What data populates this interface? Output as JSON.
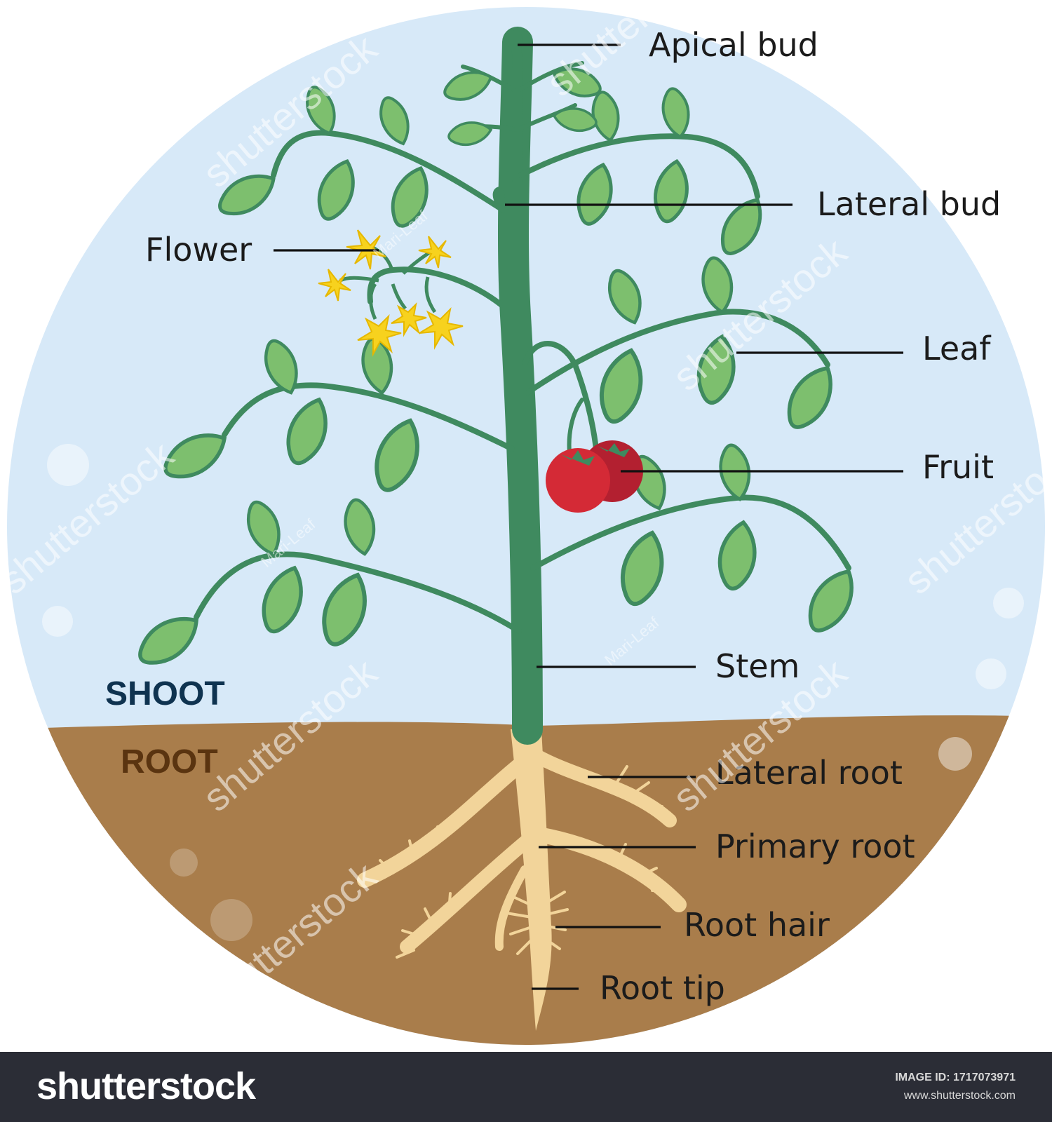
{
  "colors": {
    "sky": "#d7e9f8",
    "soil": "#a97d4b",
    "stem": "#3f8a5f",
    "leaf": "#7dbf6e",
    "leaf_vein": "#3f8a5f",
    "fruit": "#d42a36",
    "fruit_dark": "#b32030",
    "flower": "#f7d21e",
    "root": "#f2d49a",
    "shoot_text": "#0f3350",
    "root_text": "#5a3410"
  },
  "sections": {
    "shoot": "SHOOT",
    "root": "ROOT"
  },
  "labels": {
    "apical_bud": "Apical bud",
    "lateral_bud": "Lateral bud",
    "flower": "Flower",
    "leaf": "Leaf",
    "fruit": "Fruit",
    "stem": "Stem",
    "lateral_root": "Lateral root",
    "primary_root": "Primary root",
    "root_hair": "Root hair",
    "root_tip": "Root tip"
  },
  "watermarks": {
    "stock": "shutterstock",
    "author": "Mari-Leaf"
  },
  "footer": {
    "brand": "shutterstock",
    "image_id": "IMAGE ID: 1717073971",
    "url": "www.shutterstock.com"
  }
}
